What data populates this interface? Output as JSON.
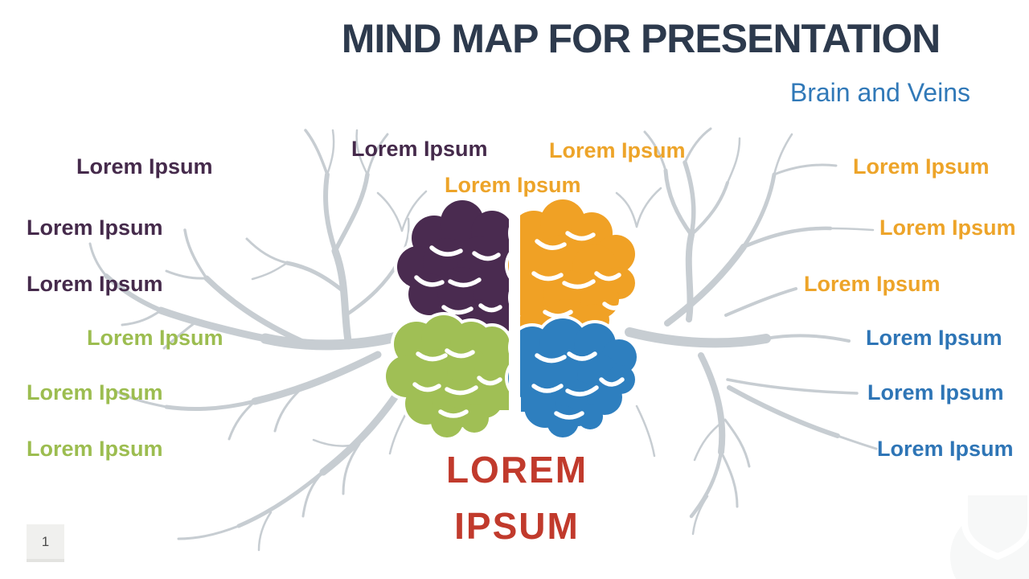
{
  "slide": {
    "title": "MIND MAP FOR PRESENTATION",
    "subtitle": "Brain and Veins",
    "page_number": "1"
  },
  "center": {
    "line1": "LOREM",
    "line2": "IPSUM"
  },
  "branches": {
    "top": [
      {
        "text": "Lorem Ipsum",
        "color": "purple"
      },
      {
        "text": "Lorem Ipsum",
        "color": "orange"
      },
      {
        "text": "Lorem Ipsum",
        "color": "orange"
      }
    ],
    "left": [
      {
        "text": "Lorem Ipsum",
        "color": "purple"
      },
      {
        "text": "Lorem Ipsum",
        "color": "purple"
      },
      {
        "text": "Lorem Ipsum",
        "color": "purple"
      },
      {
        "text": "Lorem Ipsum",
        "color": "green"
      },
      {
        "text": "Lorem Ipsum",
        "color": "green"
      },
      {
        "text": "Lorem Ipsum",
        "color": "green"
      }
    ],
    "right": [
      {
        "text": "Lorem Ipsum",
        "color": "orange"
      },
      {
        "text": "Lorem Ipsum",
        "color": "orange"
      },
      {
        "text": "Lorem Ipsum",
        "color": "orange"
      },
      {
        "text": "Lorem Ipsum",
        "color": "blue"
      },
      {
        "text": "Lorem Ipsum",
        "color": "blue"
      },
      {
        "text": "Lorem Ipsum",
        "color": "blue"
      }
    ]
  },
  "icons": {
    "brain": "brain-four-lobes-illustration",
    "veins": "branching-veins-graphic",
    "watermark": "v-shield-logo-watermark"
  },
  "colors": {
    "background": "#ffffff",
    "title": "#2d3a4d",
    "subtitle": "#3179b8",
    "center_label": "#c13a2c",
    "brain_purple": "#4a2b50",
    "brain_orange": "#f0a125",
    "brain_green": "#a0bf55",
    "brain_blue": "#2e7fbf",
    "label_purple": "#452a4b",
    "label_green": "#9cbd50",
    "label_orange": "#eda429",
    "label_blue": "#2e75b6",
    "veins": "#c7cdd2",
    "page_box_bg": "#f0f0ee",
    "page_box_text": "#4a4a4a",
    "watermark": "#f7f8f8"
  }
}
